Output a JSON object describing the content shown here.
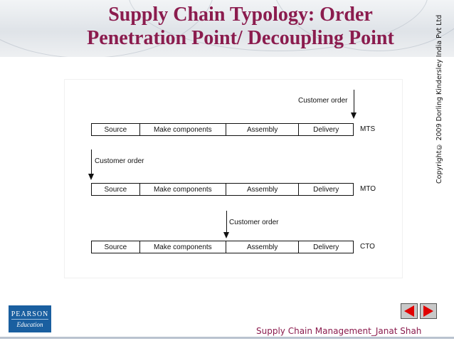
{
  "slide": {
    "title_line1": "Supply Chain Typology: Order",
    "title_line2": "Penetration Point/ Decoupling Point",
    "copyright": "Copyright© 2009 Dorling Kindersley India Pvt Ltd",
    "footer": "Supply Chain Management_Janat Shah",
    "logo_line1": "PEARSON",
    "logo_line2": "Education"
  },
  "diagram": {
    "callout_label": "Customer order",
    "stages": [
      "Source",
      "Make components",
      "Assembly",
      "Delivery"
    ],
    "rows": [
      {
        "code": "MTS",
        "order_point": "after-delivery"
      },
      {
        "code": "MTO",
        "order_point": "before-source"
      },
      {
        "code": "CTO",
        "order_point": "before-assembly"
      }
    ]
  },
  "navigation": {
    "prev_icon": "left-triangle-icon",
    "next_icon": "right-triangle-icon",
    "accent_color": "#e00000"
  },
  "colors": {
    "title": "#8b1c4e",
    "footer": "#8b1c4e",
    "logo_background": "#1a5fa0"
  }
}
